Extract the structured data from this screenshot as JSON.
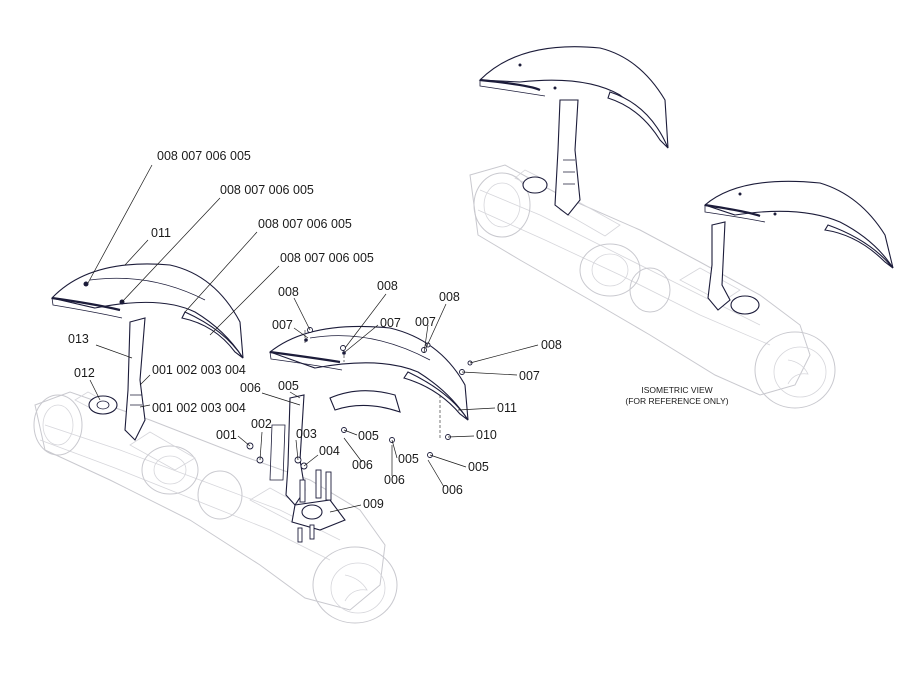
{
  "callouts": {
    "c1": "008  007  006  005",
    "c2": "008  007  006  005",
    "c3": "008  007  006  005",
    "c4": "008  007  006  005",
    "p011a": "011",
    "p013": "013",
    "p012": "012",
    "row1": "001   002   003   004",
    "row2": "001   002   003   004",
    "e008a": "008",
    "e007a": "007",
    "e008b": "008",
    "e007b": "007",
    "e008c": "008",
    "e007c": "007",
    "e008d": "008",
    "e007d": "007",
    "e006a": "006",
    "e005a": "005",
    "e002": "002",
    "e001": "001",
    "e003": "003",
    "e004": "004",
    "e005b": "005",
    "e006b": "006",
    "e011b": "011",
    "e010": "010",
    "e005c": "005",
    "e006c": "006",
    "e005d": "005",
    "e006d": "006",
    "e009": "009"
  },
  "note": {
    "line1": "ISOMETRIC VIEW",
    "line2": "(FOR REFERENCE ONLY)"
  },
  "colors": {
    "part_outline": "#1c1c3a",
    "ghost_outline": "#c9c9cf",
    "text": "#1a1a1a"
  }
}
